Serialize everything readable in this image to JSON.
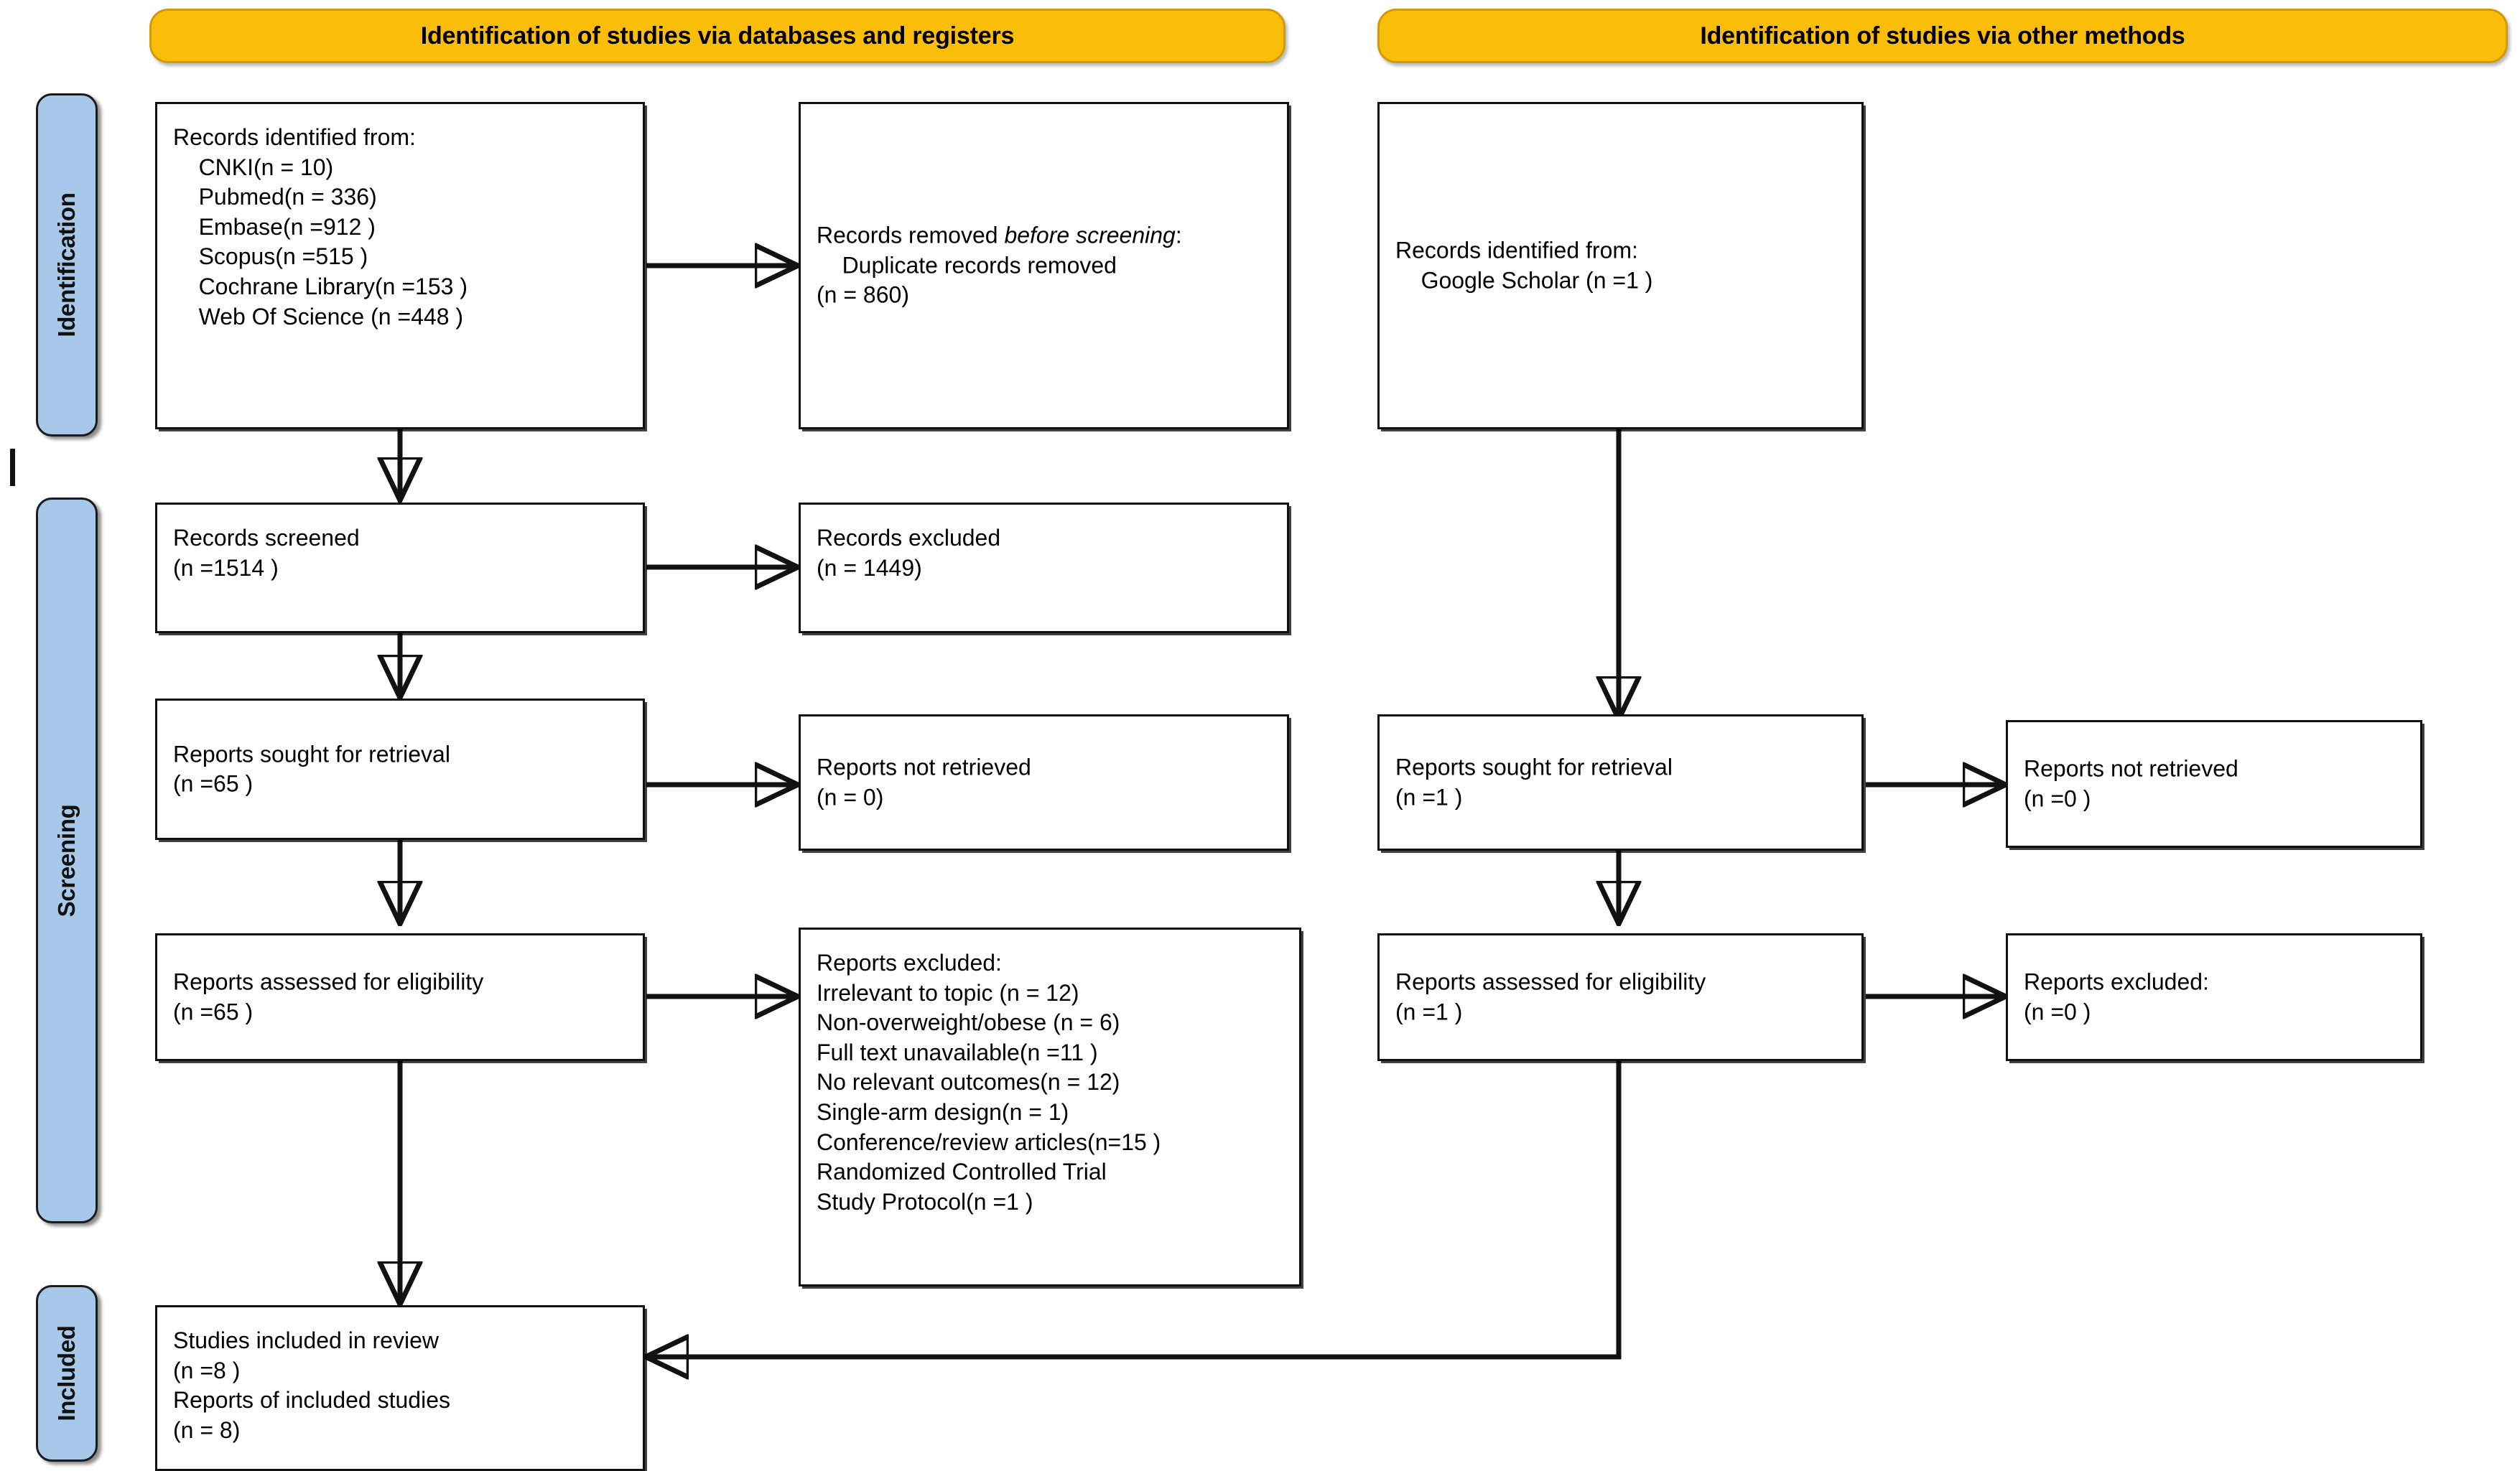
{
  "diagram": {
    "title": "PRISMA 2020 flow diagram",
    "type": "prisma-flow-diagram",
    "accent_yellow": "#FBBE08",
    "accent_blue": "#A7C8E8",
    "line_color": "#111111"
  },
  "banners": {
    "databases": "Identification of studies via databases and registers",
    "other": "Identification of studies via other methods"
  },
  "rails": {
    "identification": "Identification",
    "screening": "Screening",
    "included": "Included"
  },
  "left_column": {
    "records_identified": {
      "heading": "Records identified from:",
      "sources": [
        "CNKI(n = 10)",
        "Pubmed(n = 336)",
        "Embase(n =912 )",
        "Scopus(n =515 )",
        "Cochrane Library(n =153 )",
        "Web Of Science (n =448 )"
      ],
      "full_text": "Records identified from:\n    CNKI(n = 10)\n    Pubmed(n = 336)\n    Embase(n =912 )\n    Scopus(n =515 )\n    Cochrane Library(n =153 )\n    Web Of Science (n =448 )"
    },
    "records_screened": {
      "label": "Records screened",
      "count": "(n =1514 )",
      "full_text": "Records screened\n(n =1514 )"
    },
    "reports_sought": {
      "label": "Reports sought for retrieval",
      "count": "(n =65 )",
      "full_text": "Reports sought for retrieval\n(n =65 )"
    },
    "reports_assessed": {
      "label": "Reports assessed for eligibility",
      "count": "(n =65 )",
      "full_text": "Reports assessed for eligibility\n(n =65 )"
    },
    "studies_included": {
      "label_1": "Studies included in review",
      "count_1": "(n =8 )",
      "label_2": "Reports of included studies",
      "count_2": "(n = 8)",
      "full_text": "Studies included in review\n(n =8 )\nReports of included studies\n(n = 8)"
    }
  },
  "left_exclusions": {
    "records_removed": {
      "heading_plain": "Records removed ",
      "heading_italic": "before screening",
      "heading_tail": ":",
      "detail": "Duplicate records removed",
      "count": "(n = 860)",
      "full_text": "Records removed before screening:\n    Duplicate records removed\n(n = 860)"
    },
    "records_excluded": {
      "label": "Records excluded",
      "count": "(n = 1449)",
      "full_text": "Records excluded\n(n = 1449)"
    },
    "reports_not_retrieved": {
      "label": "Reports not retrieved",
      "count": "(n = 0)",
      "full_text": "Reports not retrieved\n(n = 0)"
    },
    "reports_excluded": {
      "heading": "Reports excluded:",
      "reasons": [
        "Irrelevant to topic (n = 12)",
        "Non-overweight/obese (n = 6)",
        "Full text unavailable(n =11 )",
        "No relevant outcomes(n = 12)",
        "Single-arm design(n = 1)",
        "Conference/review articles(n=15 )",
        "Randomized Controlled Trial",
        "Study Protocol(n =1 )"
      ],
      "full_text": "Reports excluded:\nIrrelevant to topic (n = 12)\nNon-overweight/obese (n = 6)\nFull text unavailable(n =11 )\nNo relevant outcomes(n = 12)\nSingle-arm design(n = 1)\nConference/review articles(n=15 )\nRandomized Controlled Trial\nStudy Protocol(n =1 )"
    }
  },
  "right_column": {
    "records_identified": {
      "heading": "Records identified from:",
      "source": "Google Scholar (n =1 )",
      "full_text": "Records identified from:\n    Google Scholar (n =1 )"
    },
    "reports_sought": {
      "label": "Reports sought for retrieval",
      "count": "(n =1 )",
      "full_text": "Reports sought for retrieval\n(n =1 )"
    },
    "reports_assessed": {
      "label": "Reports assessed for eligibility",
      "count": "(n =1 )",
      "full_text": "Reports assessed for eligibility\n(n =1 )"
    }
  },
  "right_exclusions": {
    "reports_not_retrieved": {
      "label": "Reports not retrieved",
      "count": "(n =0 )",
      "full_text": "Reports not retrieved\n(n =0 )"
    },
    "reports_excluded": {
      "label": "Reports excluded:",
      "count": "(n =0 )",
      "full_text": "Reports excluded:\n(n =0 )"
    }
  }
}
